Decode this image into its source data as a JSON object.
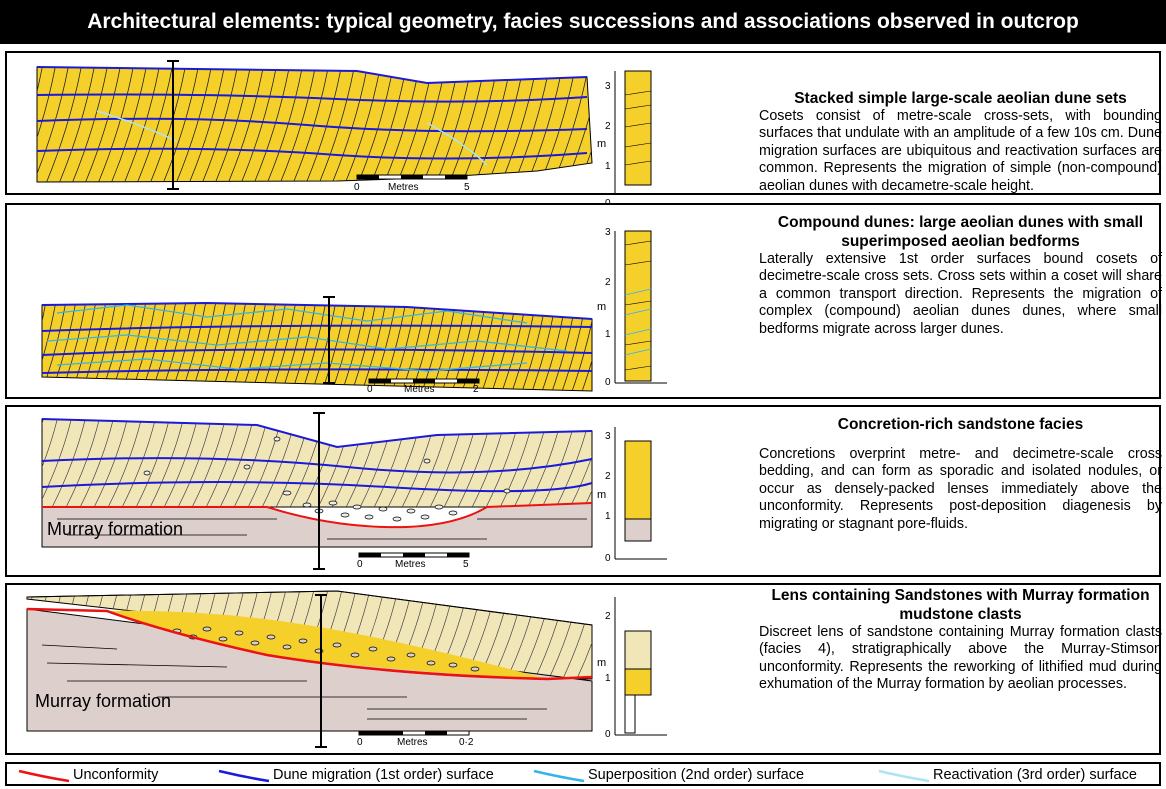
{
  "title": "Architectural elements: typical geometry, facies successions and associations observed in outcrop",
  "colors": {
    "sand": "#f5d02a",
    "pale_sand": "#f0e6b8",
    "mud": "#ddd0cc",
    "unconformity": "#ee1111",
    "dune_migration": "#1a1ad8",
    "superposition": "#33b5e8",
    "reactivation": "#aee3f2"
  },
  "panels": [
    {
      "heading": "Stacked simple large-scale aeolian dune sets",
      "body": "Cosets consist of metre-scale cross-sets, with bounding surfaces that undulate with an amplitude of a few 10s cm. Dune migration surfaces are ubiquitous and reactivation surfaces are common. Represents the migration of simple (non-compound) aeolian dunes with decametre-scale height.",
      "scale": {
        "start": "0",
        "unit": "Metres",
        "end": "5"
      },
      "log_ticks": [
        "3",
        "2",
        "1",
        "0"
      ],
      "log_unit": "m"
    },
    {
      "heading": "Compound dunes: large aeolian dunes with small superimposed aeolian bedforms",
      "body": "Laterally extensive 1st order surfaces bound cosets of decimetre-scale cross sets. Cross sets within a coset will share a common transport direction. Represents the migration of complex (compound) aeolian dunes dunes, where small bedforms migrate across larger dunes.",
      "scale": {
        "start": "0",
        "unit": "Metres",
        "end": "2"
      },
      "log_ticks": [
        "3",
        "2",
        "1",
        "0"
      ],
      "log_unit": "m"
    },
    {
      "heading": "Concretion-rich sandstone facies",
      "body": "Concretions overprint metre- and decimetre-scale cross bedding, and can form as sporadic and isolated nodules, or occur as densely-packed lenses immediately above the unconformity. Represents post-deposition diagenesis by migrating or stagnant pore-fluids.",
      "scale": {
        "start": "0",
        "unit": "Metres",
        "end": "5"
      },
      "log_ticks": [
        "3",
        "2",
        "1",
        "0"
      ],
      "log_unit": "m",
      "formation_label": "Murray formation"
    },
    {
      "heading": "Lens containing Sandstones with Murray formation mudstone clasts",
      "body": "Discreet lens of sandstone containing Murray formation clasts (facies 4), stratigraphically above the Murray-Stimson unconformity. Represents the reworking of lithified mud during exhumation of the Murray formation by aeolian processes.",
      "scale": {
        "start": "0",
        "unit": "Metres",
        "end": "0·2"
      },
      "log_ticks": [
        "2",
        "1",
        "0"
      ],
      "log_unit": "m",
      "formation_label": "Murray formation"
    }
  ],
  "legend": [
    {
      "label": "Unconformity",
      "color": "#ee1111"
    },
    {
      "label": "Dune migration (1st order) surface",
      "color": "#1a1ad8"
    },
    {
      "label": "Superposition (2nd order) surface",
      "color": "#33b5e8"
    },
    {
      "label": "Reactivation (3rd order) surface",
      "color": "#aee3f2"
    }
  ]
}
